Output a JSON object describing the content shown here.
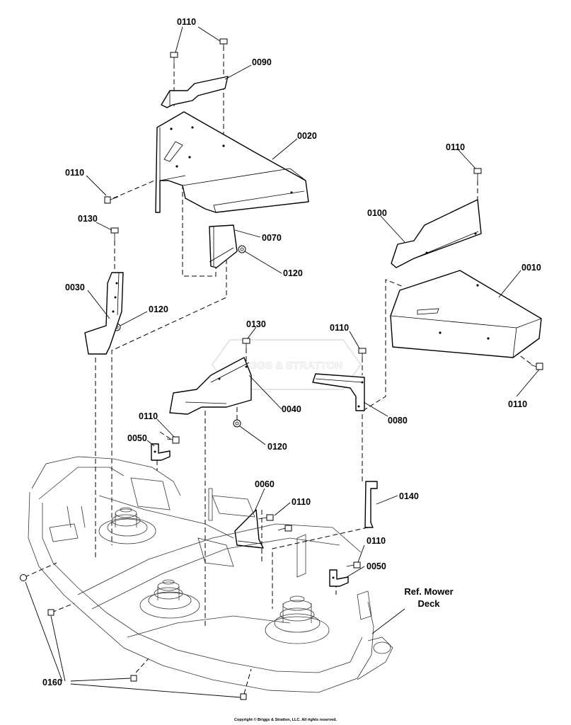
{
  "labels": {
    "l0110_top": "0110",
    "l0090": "0090",
    "l0020": "0020",
    "l0110_left": "0110",
    "l0130_left": "0130",
    "l0070": "0070",
    "l0120_a": "0120",
    "l0030": "0030",
    "l0120_b": "0120",
    "l0110_right_top": "0110",
    "l0100": "0100",
    "l0010": "0010",
    "l0130_mid": "0130",
    "l0110_mid": "0110",
    "l0040": "0040",
    "l0080": "0080",
    "l0110_far_right": "0110",
    "l0120_c": "0120",
    "l0110_0050": "0110",
    "l0050_left": "0050",
    "l0060": "0060",
    "l0110_0060": "0110",
    "l0140": "0140",
    "l0110_lower_right": "0110",
    "l0050_right": "0050",
    "l0160": "0160"
  },
  "ref_note": {
    "line1": "Ref. Mower",
    "line2": "Deck"
  },
  "watermark": "BRIGGS & STRATTON",
  "copyright": "Copyright © Briggs & Stratton, LLC. All rights reserved."
}
